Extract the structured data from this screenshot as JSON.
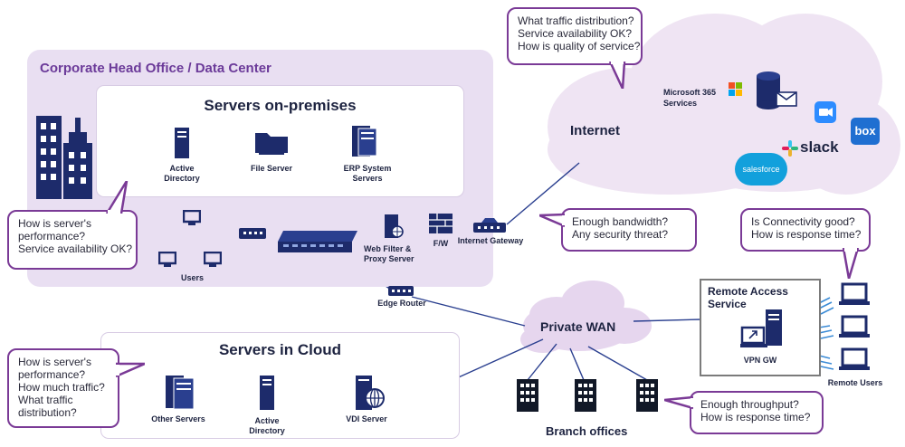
{
  "hq": {
    "title": "Corporate Head Office / Data Center"
  },
  "onprem": {
    "title": "Servers on-premises",
    "servers": [
      {
        "label": "Active\nDirectory"
      },
      {
        "label": "File Server"
      },
      {
        "label": "ERP System\nServers"
      }
    ]
  },
  "network": {
    "users": "Users",
    "web_filter": "Web Filter &\nProxy Server",
    "firewall": "F/W",
    "internet_gateway": "Internet Gateway",
    "edge_router": "Edge Router"
  },
  "internet": {
    "label": "Internet",
    "ms365": "Microsoft 365\nServices",
    "slack": "slack",
    "box": "box",
    "salesforce": "salesforce"
  },
  "wan": {
    "label": "Private WAN",
    "branch": "Branch offices"
  },
  "remote": {
    "title": "Remote Access\nService",
    "vpn": "VPN GW",
    "users": "Remote Users"
  },
  "cloud_servers": {
    "title": "Servers in Cloud",
    "servers": [
      {
        "label": "Other Servers"
      },
      {
        "label": "Active\nDirectory"
      },
      {
        "label": "VDI Server"
      }
    ]
  },
  "bubbles": {
    "internet": [
      "What traffic distribution?",
      "Service availability OK?",
      "How is quality of service?"
    ],
    "onprem": [
      "How is server's",
      "performance?",
      "Service availability OK?"
    ],
    "gateway": [
      "Enough bandwidth?",
      "Any security threat?"
    ],
    "remote": [
      "Is Connectivity good?",
      "How is response time?"
    ],
    "cloud": [
      "How is server's",
      "performance?",
      "How much traffic?",
      "What traffic",
      "distribution?"
    ],
    "branch": [
      "Enough throughput?",
      "How is response time?"
    ]
  },
  "colors": {
    "accent": "#7a3a96",
    "navy": "#1d2b6b",
    "hq_bg": "#e9dff2",
    "cloud": "#efe4f3"
  }
}
